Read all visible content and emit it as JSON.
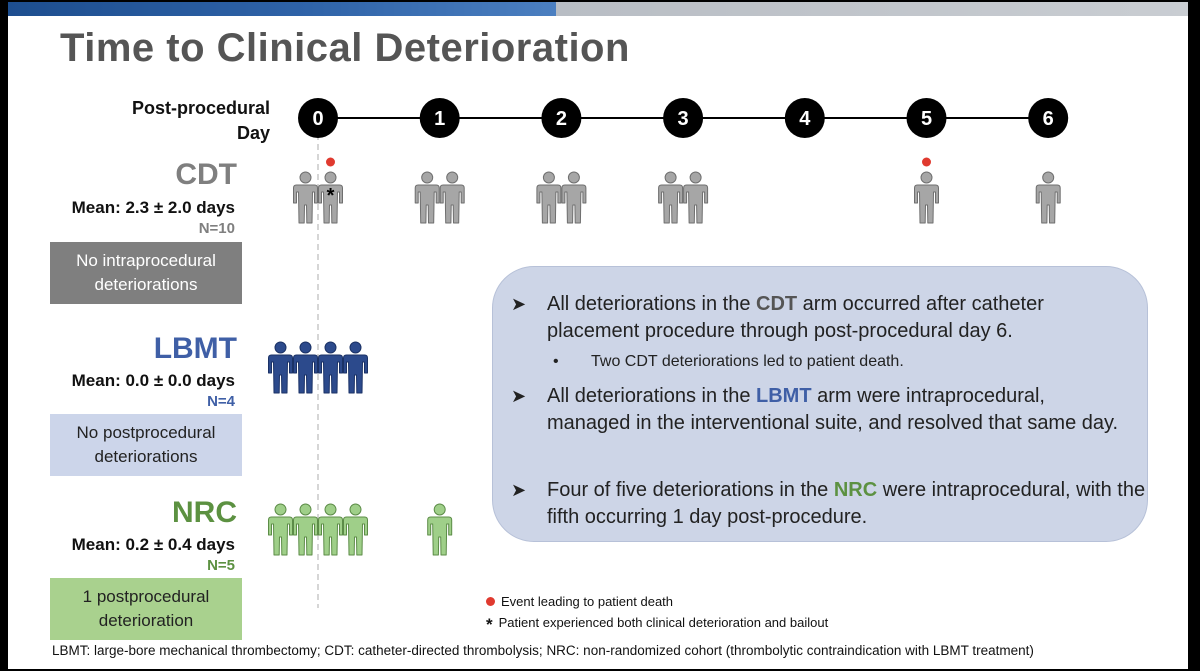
{
  "title": "Time to Clinical Deterioration",
  "chart_data": {
    "type": "timeline",
    "axis_label": "Post-procedural\nDay",
    "days": [
      "0",
      "1",
      "2",
      "3",
      "4",
      "5",
      "6"
    ],
    "series": [
      {
        "name": "CDT",
        "mean_label": "Mean: 2.3 ± 2.0 days",
        "n_label": "N=10",
        "color": "#a6a6a6",
        "events": [
          {
            "day": 0,
            "count": 2,
            "deaths": 1,
            "bailout": 1
          },
          {
            "day": 1,
            "count": 2,
            "deaths": 0,
            "bailout": 0
          },
          {
            "day": 2,
            "count": 2,
            "deaths": 0,
            "bailout": 0
          },
          {
            "day": 3,
            "count": 2,
            "deaths": 0,
            "bailout": 0
          },
          {
            "day": 5,
            "count": 1,
            "deaths": 1,
            "bailout": 0
          },
          {
            "day": 6,
            "count": 1,
            "deaths": 0,
            "bailout": 0
          }
        ],
        "note": "No intraprocedural deteriorations",
        "note_bg": "#7f7f7f",
        "note_color": "#ffffff"
      },
      {
        "name": "LBMT",
        "mean_label": "Mean: 0.0 ± 0.0 days",
        "n_label": "N=4",
        "color": "#2c4a8c",
        "events": [
          {
            "day": 0,
            "count": 4,
            "deaths": 0,
            "bailout": 0
          }
        ],
        "note": "No postprocedural deteriorations",
        "note_bg": "#ccd5ea",
        "note_color": "#222222"
      },
      {
        "name": "NRC",
        "mean_label": "Mean: 0.2 ± 0.4 days",
        "n_label": "N=5",
        "color": "#9fcf89",
        "events": [
          {
            "day": 0,
            "count": 4,
            "deaths": 0,
            "bailout": 0
          },
          {
            "day": 1,
            "count": 1,
            "deaths": 0,
            "bailout": 0
          }
        ],
        "note": "1 postprocedural deterioration",
        "note_bg": "#a9d18e",
        "note_color": "#222222"
      }
    ],
    "arm_label_colors": {
      "CDT": "#7f7f7f",
      "LBMT": "#3f5fa6",
      "NRC": "#5c9141"
    },
    "death_marker_color": "#e03a2f"
  },
  "summary": {
    "b1_pre": "All deteriorations in the ",
    "b1_kw": "CDT",
    "b1_post": " arm occurred after catheter placement procedure through post-procedural day 6.",
    "sub1": "Two CDT deteriorations led to patient death.",
    "b2_pre": "All deteriorations in the ",
    "b2_kw": "LBMT",
    "b2_post": " arm were intraprocedural, managed in the interventional suite, and resolved that same day.",
    "b3_pre": "Four of five deteriorations in the ",
    "b3_kw": "NRC",
    "b3_post": " were intraprocedural, with the fifth occurring 1 day post-procedure."
  },
  "legend": {
    "death": "Event leading to patient death",
    "bailout_symbol": "*",
    "bailout": "Patient experienced both clinical deterioration and bailout"
  },
  "footer": "LBMT: large-bore mechanical thrombectomy; CDT: catheter-directed thrombolysis; NRC: non-randomized cohort (thrombolytic contraindication with LBMT treatment)"
}
